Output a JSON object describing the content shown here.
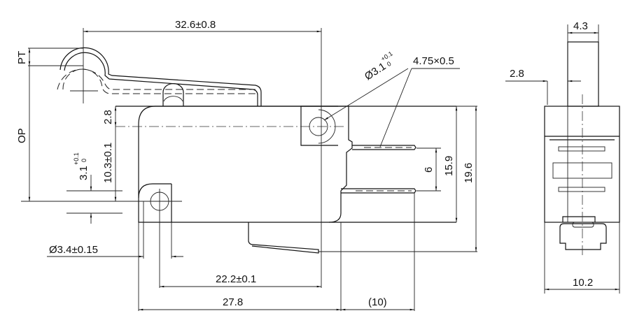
{
  "drawing": {
    "front_view": {
      "overall_length": "32.6±0.8",
      "pt_label": "PT",
      "op_label": "OP",
      "hole_offset": "2.8",
      "hole_spacing_v": "10.3±0.1",
      "hole_dia_small_v": "3.1",
      "hole_dia_small_v_tol_upper": "+0.1",
      "hole_dia_small_v_tol_lower": "0",
      "hole_dia_upper": "Ø3.1",
      "hole_dia_upper_tol_upper": "+0.1",
      "hole_dia_upper_tol_lower": "0",
      "terminal_size": "4.75×0.5",
      "terminal_spacing": "6",
      "body_height": "15.9",
      "overall_height": "19.6",
      "lower_hole_dia": "Ø3.4±0.15",
      "hole_spacing_h": "22.2±0.1",
      "body_length": "27.8",
      "terminal_length": "(10)"
    },
    "side_view": {
      "plunger_width": "4.3",
      "plunger_offset": "2.8",
      "body_width": "10.2"
    }
  }
}
